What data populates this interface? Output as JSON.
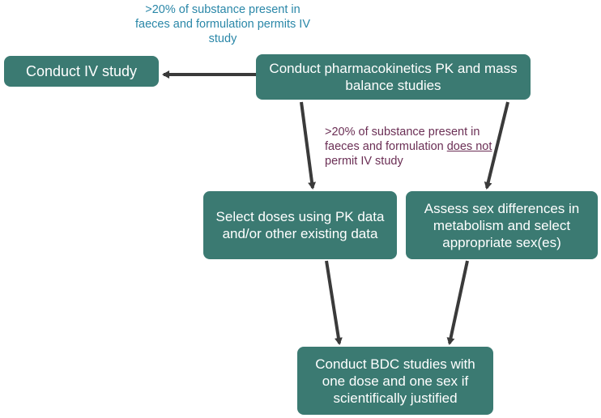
{
  "colors": {
    "box_fill": "#3b7a72",
    "box_text": "#ffffff",
    "arrow": "#3a3a3a",
    "note_blue": "#2a87a8",
    "note_purple": "#6b2f55"
  },
  "boxes": {
    "conduct_iv": "Conduct IV study",
    "conduct_pk": "Conduct pharmacokinetics PK and mass balance studies",
    "select_doses": "Select doses using PK data and/or other existing data",
    "assess_sex": "Assess sex differences in metabolism and select appropriate sex(es)",
    "conduct_bdc": "Conduct BDC studies with one dose and one sex if scientifically justified"
  },
  "notes": {
    "top_note": ">20% of substance present in faeces and formulation permits IV study",
    "middle_note_part1": ">20% of substance present in faeces and formulation",
    "middle_note_underlined": "does not",
    "middle_note_part2": "permit IV study"
  }
}
